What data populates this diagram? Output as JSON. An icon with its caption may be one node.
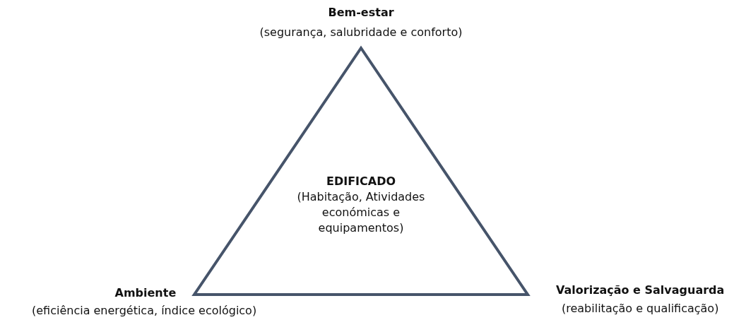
{
  "diagram": {
    "nodes": [
      {
        "text": [
          "EDIFICADO",
          "(Habitação, Atividades económicas e equipamentos)"
        ]
      }
    ],
    "labels": [
      "Bem-estar",
      "(segurança, salubridade e conforto)",
      "Ambiente",
      "(eficiência energética, índice ecológico)",
      "Valorização e Salvaguarda",
      "(reabilitação e qualificação)"
    ]
  }
}
